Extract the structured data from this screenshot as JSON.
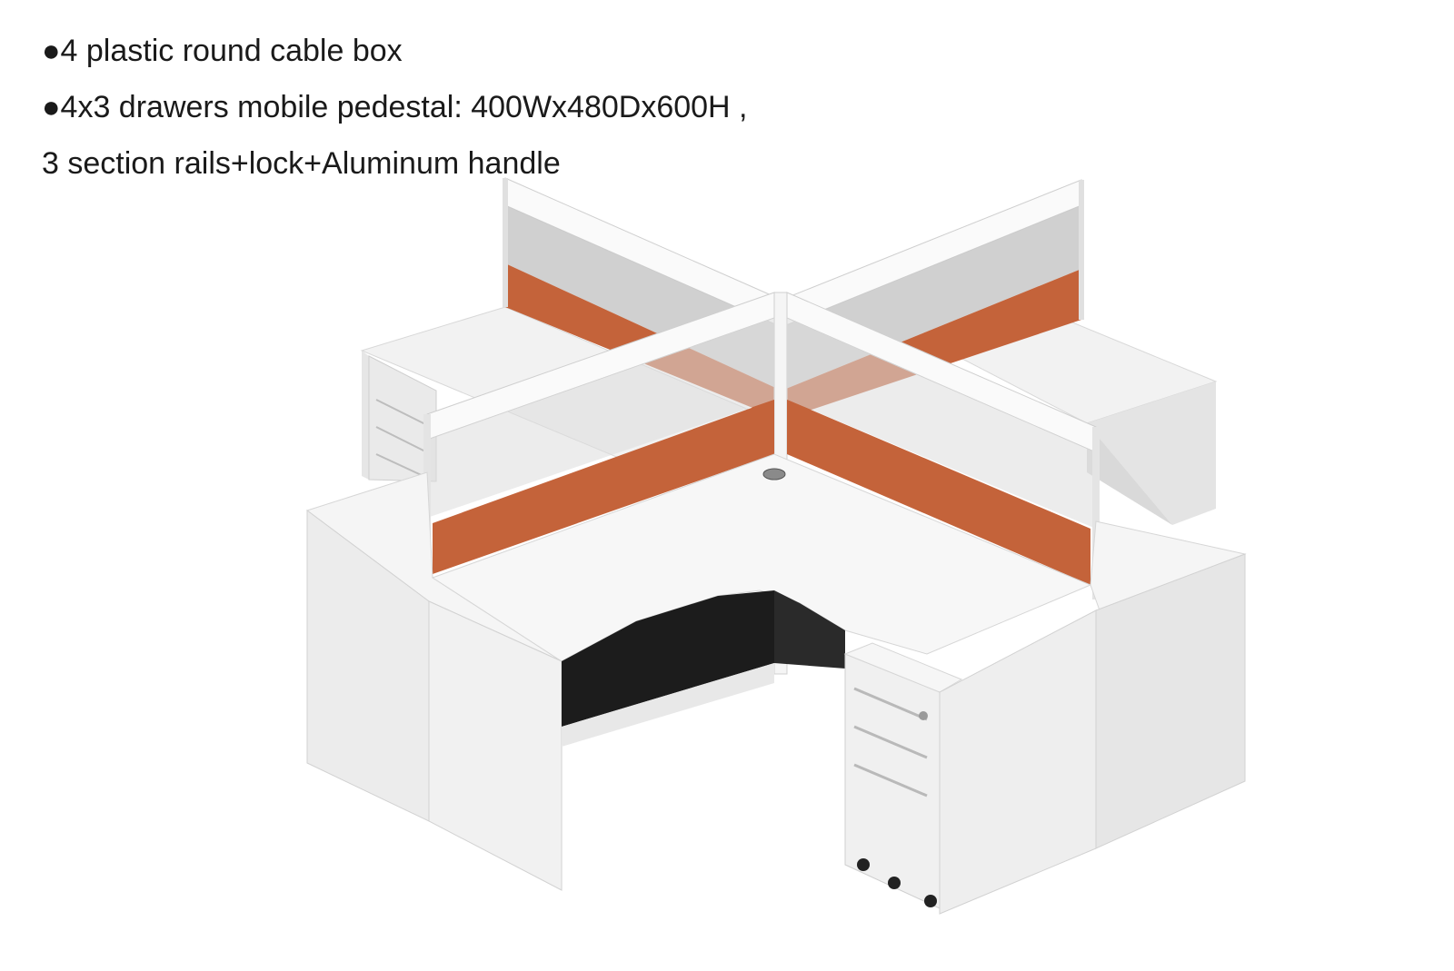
{
  "spec_lines": [
    "●4 plastic round cable box",
    "●4x3 drawers mobile pedestal: 400Wx480Dx600H ,",
    "3 section rails+lock+Aluminum handle"
  ],
  "colors": {
    "panel_orange": "#c4633a",
    "desk_white": "#f4f4f4",
    "glass_grey": "#c9c9c9",
    "frame_white": "#fafafa",
    "shadow_dark": "#1a1a1a"
  }
}
